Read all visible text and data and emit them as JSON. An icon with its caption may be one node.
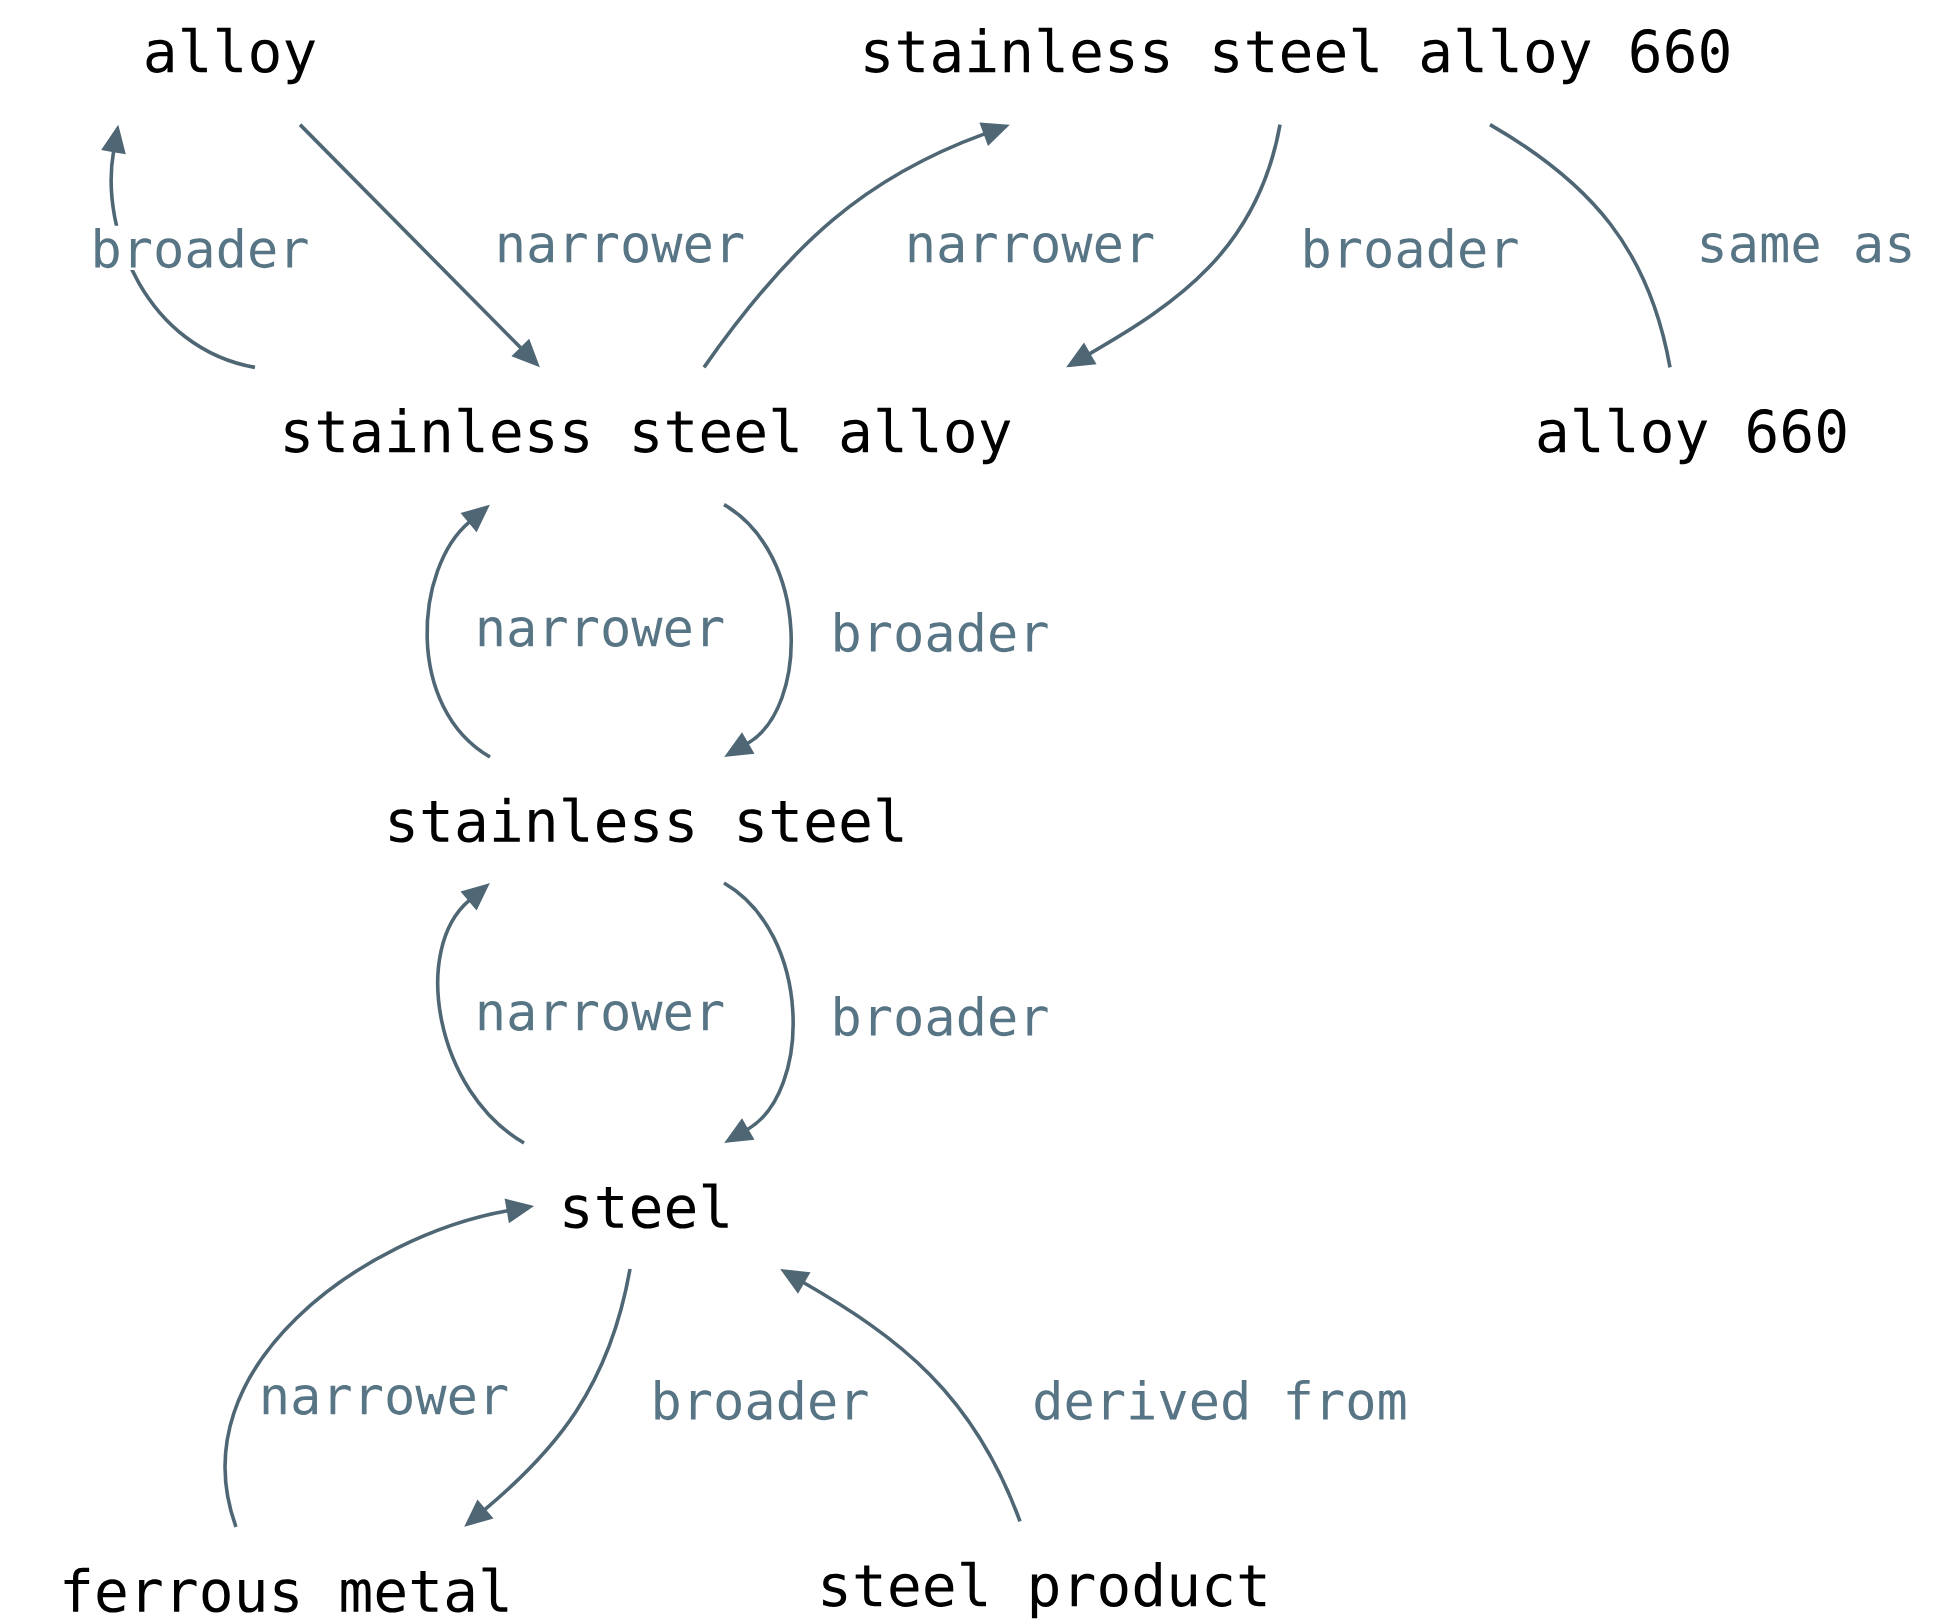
{
  "diagram": {
    "nodes": [
      {
        "text": [
          "alloy"
        ]
      },
      {
        "text": [
          "stainless steel alloy 660"
        ]
      },
      {
        "text": [
          "stainless steel alloy"
        ]
      },
      {
        "text": [
          "alloy 660"
        ]
      },
      {
        "text": [
          "stainless steel"
        ]
      },
      {
        "text": [
          "steel"
        ]
      },
      {
        "text": [
          "ferrous metal"
        ]
      },
      {
        "text": [
          "steel product"
        ]
      }
    ],
    "edges": [
      {
        "from": 2,
        "to": 0,
        "arrow": "to",
        "label": "broader"
      },
      {
        "from": 0,
        "to": 2,
        "arrow": "to",
        "label": "narrower"
      },
      {
        "from": 2,
        "to": 1,
        "arrow": "to",
        "label": "narrower"
      },
      {
        "from": 1,
        "to": 2,
        "arrow": "to",
        "label": "broader"
      },
      {
        "from": 3,
        "to": 1,
        "arrow": "none",
        "label": "same as"
      },
      {
        "from": 4,
        "to": 2,
        "arrow": "to",
        "label": "narrower"
      },
      {
        "from": 2,
        "to": 4,
        "arrow": "to",
        "label": "broader"
      },
      {
        "from": 5,
        "to": 4,
        "arrow": "to",
        "label": "narrower"
      },
      {
        "from": 4,
        "to": 5,
        "arrow": "to",
        "label": "broader"
      },
      {
        "from": 6,
        "to": 5,
        "arrow": "to",
        "label": "narrower"
      },
      {
        "from": 5,
        "to": 6,
        "arrow": "to",
        "label": "broader"
      },
      {
        "from": 7,
        "to": 5,
        "arrow": "to",
        "label": "derived from"
      }
    ]
  }
}
